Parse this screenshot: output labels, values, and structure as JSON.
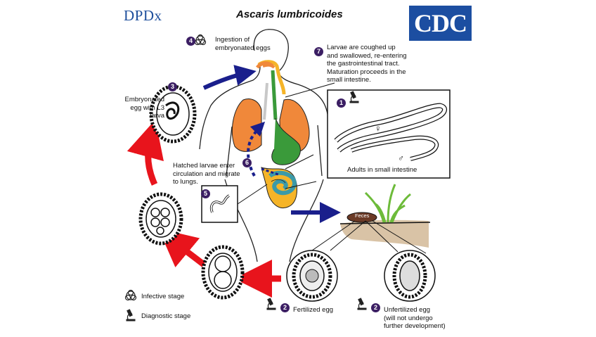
{
  "header": {
    "logo_text": "DPDx",
    "title": "Ascaris lumbricoides",
    "agency_logo": "CDC"
  },
  "steps": [
    {
      "num": "1",
      "label": "Adults in small intestine",
      "icon": "microscope-icon"
    },
    {
      "num": "2",
      "label": "Fertilized egg",
      "icon": "microscope-icon"
    },
    {
      "num": "2",
      "label": "Unfertilized egg (will not undergo further development)",
      "icon": "microscope-icon"
    },
    {
      "num": "3",
      "label": "Embryonated egg with L3 larva"
    },
    {
      "num": "4",
      "label": "Ingestion of embryonated eggs",
      "icon": "biohazard-icon"
    },
    {
      "num": "5",
      "label": ""
    },
    {
      "num": "6",
      "label": "Hatched larvae enter circulation and migrate to lungs."
    },
    {
      "num": "7",
      "label": "Larvae are coughed up and swallowed, re-entering the gastrointestinal tract. Maturation proceeds in the small intestine."
    }
  ],
  "labels": {
    "unfert_line1": "Unfertilized egg",
    "unfert_line2": "(will not undergo",
    "unfert_line3": "further development)",
    "embryo_line1": "Embryonated",
    "embryo_line2": "egg with L3",
    "embryo_line3": "larva",
    "ingest_line1": "Ingestion of",
    "ingest_line2": "embryonated eggs",
    "hatched_line1": "Hatched larvae enter",
    "hatched_line2": "circulation and migrate",
    "hatched_line3": "to lungs.",
    "cough_line1": "Larvae are coughed up",
    "cough_line2": "and swallowed, re-entering",
    "cough_line3": "the gastrointestinal tract.",
    "cough_line4": "Maturation proceeds in the",
    "cough_line5": "small intestine.",
    "female_symbol": "♀",
    "male_symbol": "♂",
    "feces": "Feces"
  },
  "legend": {
    "infective": "Infective stage",
    "diagnostic": "Diagnostic stage"
  },
  "colors": {
    "badge": "#3b1e63",
    "arrow_red": "#e8141c",
    "arrow_blue": "#1a1f8c",
    "lungs": "#f0883a",
    "intestine_green": "#3a9a3a",
    "colon": "#f5b428",
    "small_intestine": "#3c9aa8"
  }
}
